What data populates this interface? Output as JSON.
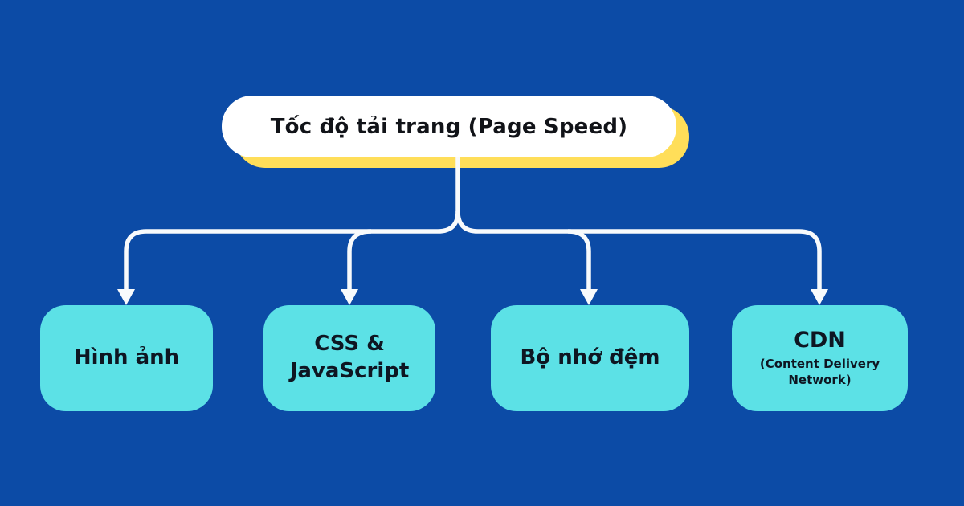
{
  "diagram": {
    "type": "tree",
    "title": "Tốc độ tải trang (Page Speed)",
    "nodes": [
      {
        "label": "Hình ảnh"
      },
      {
        "label": "CSS &\nJavaScript"
      },
      {
        "label": "Bộ nhớ đệm"
      },
      {
        "label": "CDN",
        "sublabel": "(Content Delivery Network)"
      }
    ],
    "colors": {
      "background": "#0C4BA6",
      "node_fill": "#5CE1E6",
      "title_fill": "#FFFFFF",
      "title_shadow": "#FFDE59",
      "connector": "#F8FAFC",
      "text": "#0E1622"
    }
  }
}
